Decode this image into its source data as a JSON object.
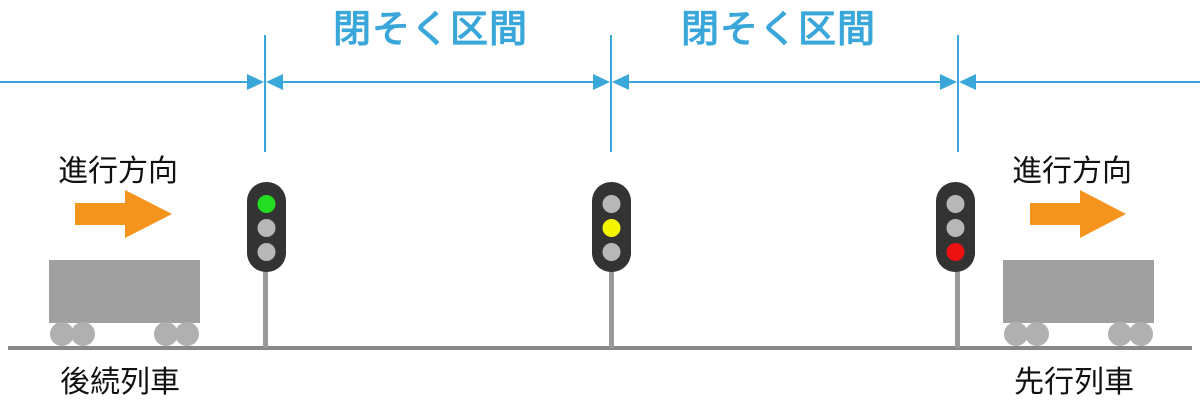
{
  "colors": {
    "accent_blue": "#3aa7da",
    "arrow_orange": "#f5941d",
    "train_gray": "#a0a0a0",
    "wheel_gray": "#b0b0b0",
    "rail_gray": "#888888",
    "signal_body": "#333333",
    "lamp_off": "#b8b8b8",
    "lamp_green": "#22dd22",
    "lamp_yellow": "#f5f500",
    "lamp_red": "#ee1111"
  },
  "sections": [
    {
      "label": "閉そく区間"
    },
    {
      "label": "閉そく区間"
    }
  ],
  "direction_labels": {
    "left": "進行方向",
    "right": "進行方向"
  },
  "trains": {
    "following": {
      "label": "後続列車"
    },
    "preceding": {
      "label": "先行列車"
    }
  },
  "signals": [
    {
      "aspect": "green",
      "lit_lamp": "top"
    },
    {
      "aspect": "yellow",
      "lit_lamp": "middle"
    },
    {
      "aspect": "red",
      "lit_lamp": "bottom"
    }
  ],
  "icons": {
    "direction_arrow": "right-arrow-icon"
  }
}
